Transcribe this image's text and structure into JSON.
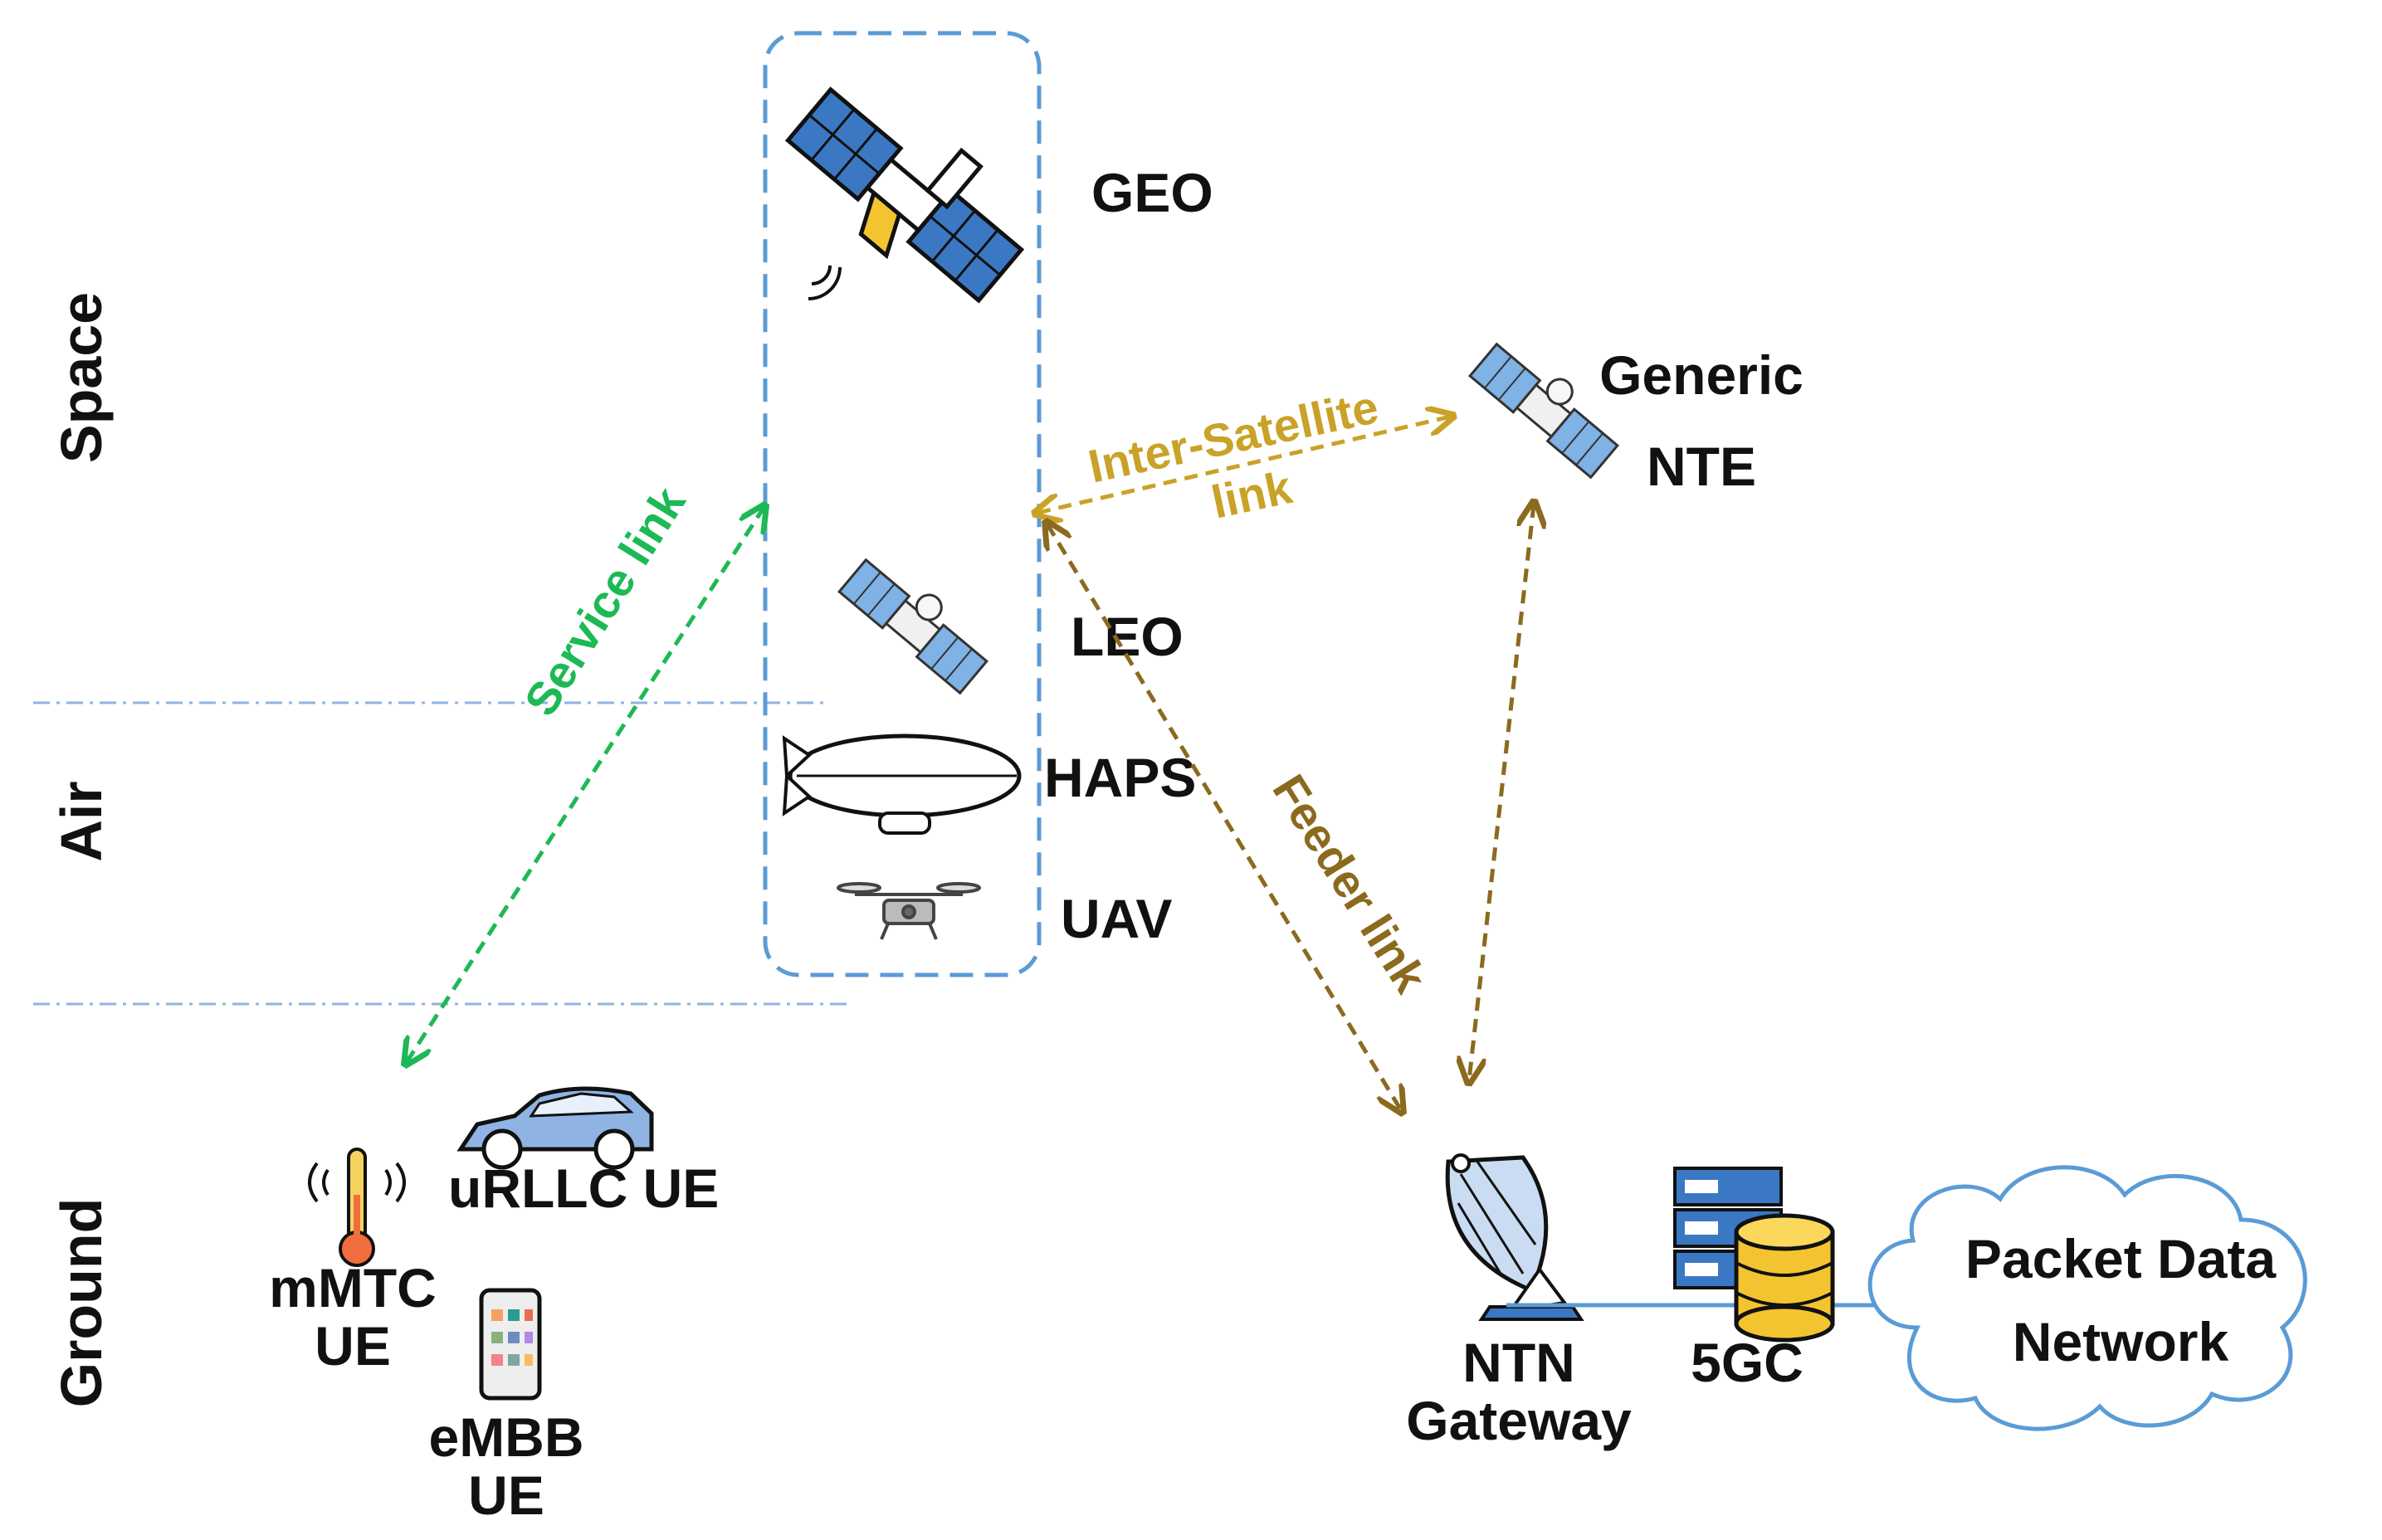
{
  "zones": {
    "space": "Space",
    "air": "Air",
    "ground": "Ground"
  },
  "platforms": {
    "geo": "GEO",
    "leo": "LEO",
    "haps": "HAPS",
    "uav": "UAV",
    "generic_nte": [
      "Generic",
      "NTE"
    ]
  },
  "links": {
    "service": "Service link",
    "inter_satellite": [
      "Inter-Satellite",
      "link"
    ],
    "feeder": "Feeder link"
  },
  "ground": {
    "urllc": "uRLLC UE",
    "mmtc": [
      "mMTC",
      "UE"
    ],
    "embb": [
      "eMBB",
      "UE"
    ],
    "ntn_gateway": [
      "NTN",
      "Gateway"
    ],
    "core": "5GC",
    "pdn": [
      "Packet Data",
      "Network"
    ]
  },
  "colors": {
    "service_link": "#1db954",
    "inter_satellite_link": "#c9a227",
    "feeder_link": "#8b6a1e",
    "box_border": "#5b9bd5",
    "zone_divider": "#8fb4e3",
    "cloud_border": "#5b9bd5"
  },
  "icons": [
    "satellite-icon",
    "airship-icon",
    "drone-icon",
    "car-icon",
    "thermometer-icon",
    "smartphone-icon",
    "dish-antenna-icon",
    "server-icon",
    "database-icon",
    "cloud-icon"
  ]
}
